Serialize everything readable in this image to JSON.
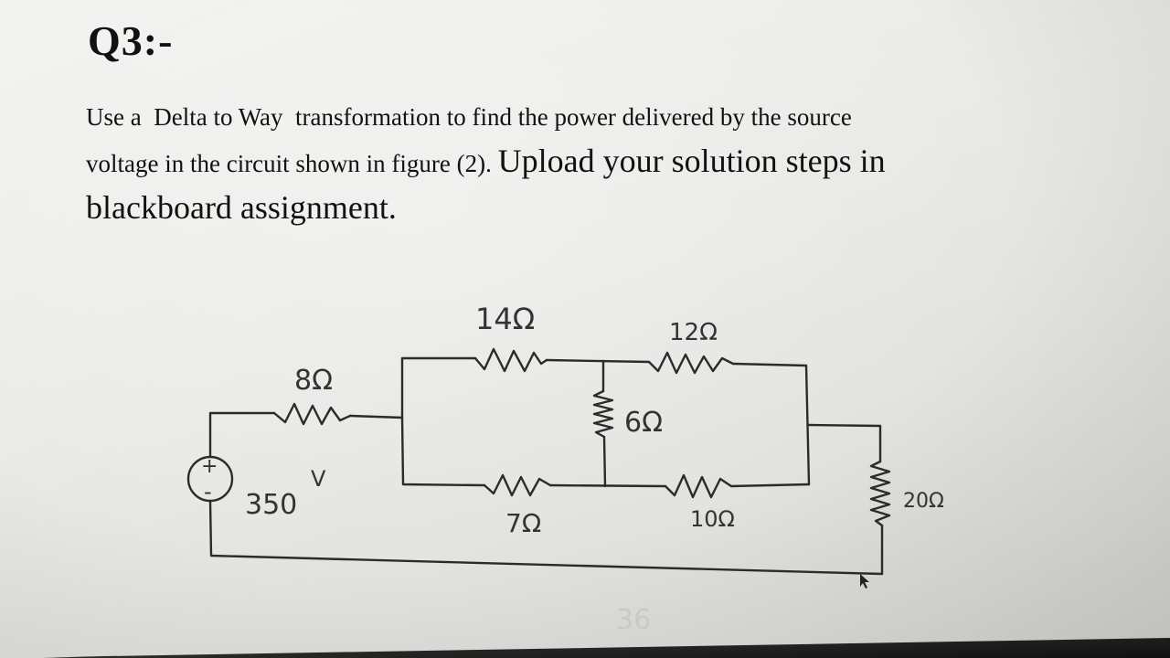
{
  "question": {
    "title": "Q3:-",
    "line1": "Use a  Delta to Way  transformation to find the power delivered by the source",
    "line2_small": "voltage in the circuit shown in figure (2). ",
    "line2_big": "Upload your solution steps in",
    "line3": "blackboard assignment."
  },
  "circuit": {
    "source_label": "350",
    "source_unit": "V",
    "source_plus": "+",
    "source_minus": "-",
    "resistors": [
      {
        "id": "r8",
        "label": "8Ω"
      },
      {
        "id": "r14",
        "label": "14Ω"
      },
      {
        "id": "r12",
        "label": "12Ω"
      },
      {
        "id": "r6",
        "label": "6Ω"
      },
      {
        "id": "r7",
        "label": "7Ω"
      },
      {
        "id": "r10",
        "label": "10Ω"
      },
      {
        "id": "r20",
        "label": "20Ω"
      }
    ],
    "stray_mark": "36"
  }
}
